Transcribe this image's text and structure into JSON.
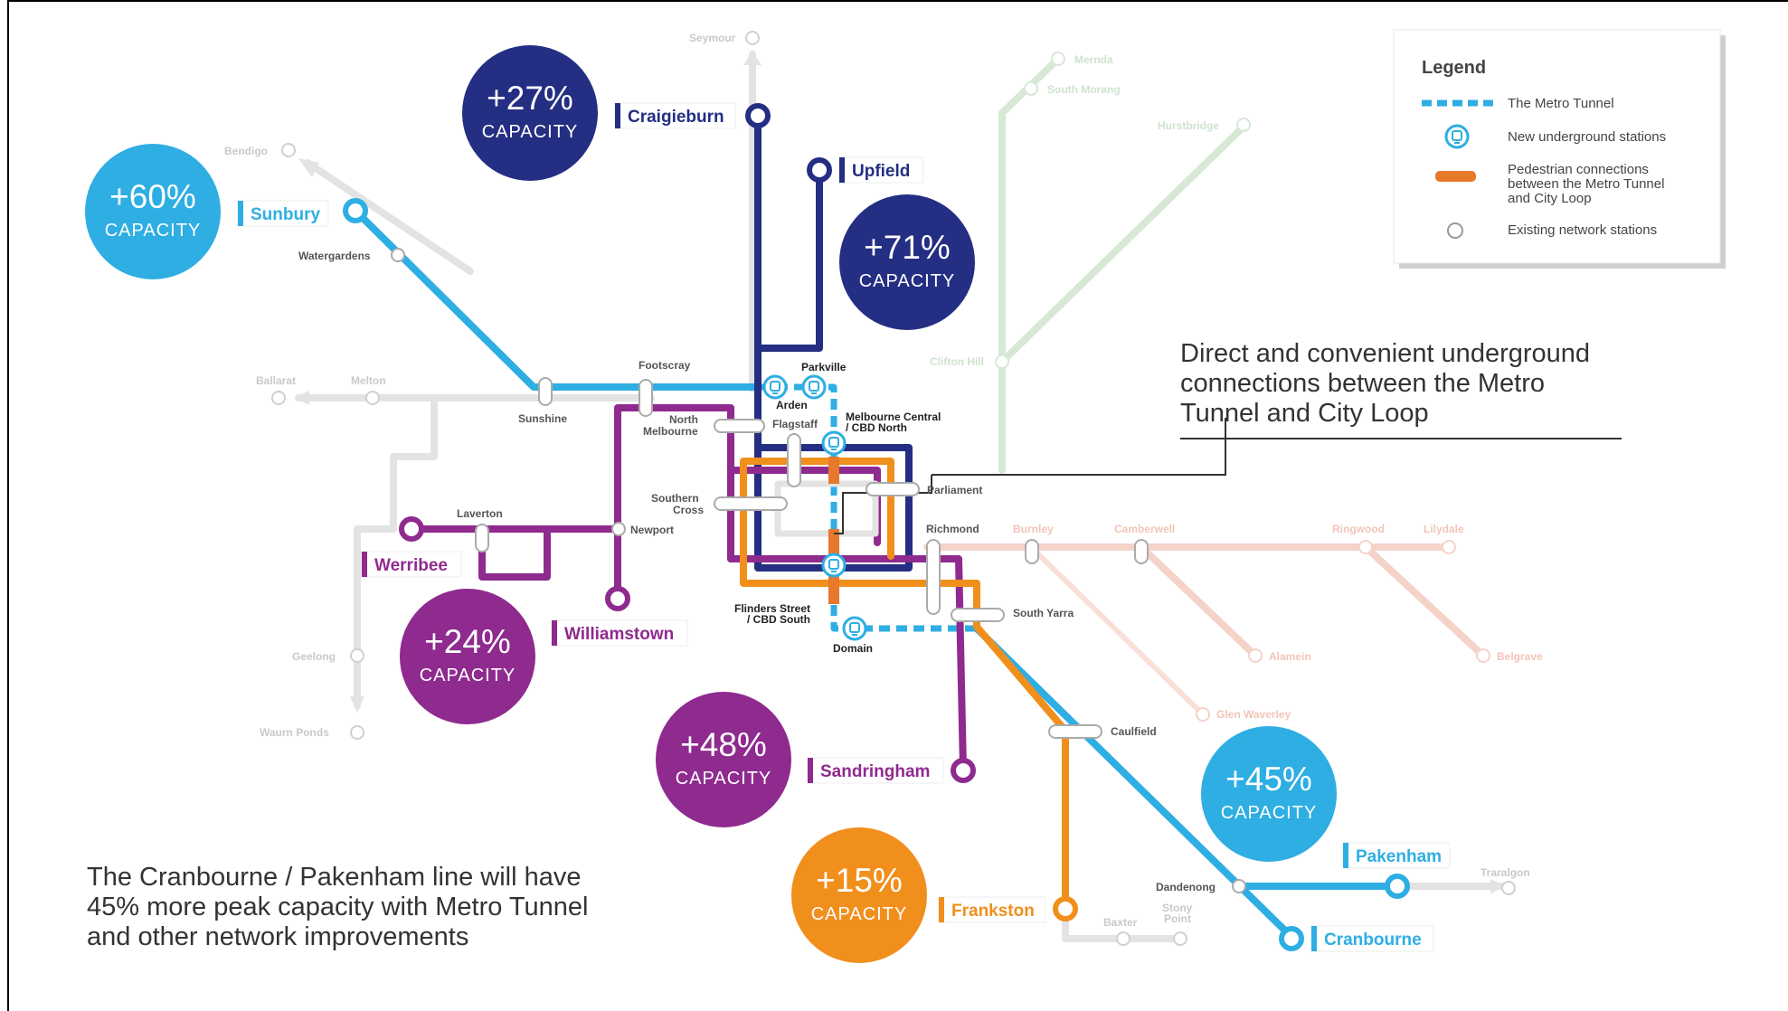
{
  "colors": {
    "sunbury": "#2eaee3",
    "craigieburn": "#242e82",
    "werribee": "#8f2a8f",
    "frankston": "#f18f1d",
    "metro_tunnel": "#2eaee3",
    "pedestrian": "#e7782c",
    "faint_grey": "#e3e3e3",
    "faint_green": "#d7e9d5",
    "faint_pink": "#f5d3c9"
  },
  "capacity_bubbles": [
    {
      "id": "sunbury",
      "pct": "+60%",
      "word": "CAPACITY",
      "color": "#2eaee3"
    },
    {
      "id": "craigieburn",
      "pct": "+27%",
      "word": "CAPACITY",
      "color": "#242e82"
    },
    {
      "id": "upfield",
      "pct": "+71%",
      "word": "CAPACITY",
      "color": "#242e82"
    },
    {
      "id": "werribee",
      "pct": "+24%",
      "word": "CAPACITY",
      "color": "#8f2a8f"
    },
    {
      "id": "sandringham",
      "pct": "+48%",
      "word": "CAPACITY",
      "color": "#8f2a8f"
    },
    {
      "id": "frankston",
      "pct": "+15%",
      "word": "CAPACITY",
      "color": "#f18f1d"
    },
    {
      "id": "pakenham",
      "pct": "+45%",
      "word": "CAPACITY",
      "color": "#2eaee3"
    }
  ],
  "line_labels": {
    "sunbury": "Sunbury",
    "craigieburn": "Craigieburn",
    "upfield": "Upfield",
    "werribee": "Werribee",
    "williamstown": "Williamstown",
    "sandringham": "Sandringham",
    "frankston": "Frankston",
    "pakenham": "Pakenham",
    "cranbourne": "Cranbourne"
  },
  "stations": {
    "seymour": "Seymour",
    "bendigo": "Bendigo",
    "watergardens": "Watergardens",
    "ballarat": "Ballarat",
    "melton": "Melton",
    "sunshine": "Sunshine",
    "footscray": "Footscray",
    "north_melbourne": "North\nMelbourne",
    "laverton": "Laverton",
    "newport": "Newport",
    "geelong": "Geelong",
    "waurn_ponds": "Waurn Ponds",
    "southern_cross": "Southern\nCross",
    "arden": "Arden",
    "parkville": "Parkville",
    "flagstaff": "Flagstaff",
    "melbourne_central": "Melbourne Central\n/ CBD North",
    "parliament": "Parliament",
    "flinders_street": "Flinders Street\n/ CBD South",
    "domain": "Domain",
    "richmond": "Richmond",
    "south_yarra": "South Yarra",
    "caulfield": "Caulfield",
    "dandenong": "Dandenong",
    "baxter": "Baxter",
    "stony_point": "Stony\nPoint",
    "traralgon": "Traralgon",
    "mernda": "Mernda",
    "south_morang": "South Morang",
    "hurstbridge": "Hurstbridge",
    "clifton_hill": "Clifton Hill",
    "burnley": "Burnley",
    "camberwell": "Camberwell",
    "ringwood": "Ringwood",
    "lilydale": "Lilydale",
    "alamein": "Alamein",
    "belgrave": "Belgrave",
    "glen_waverley": "Glen Waverley"
  },
  "legend": {
    "title": "Legend",
    "items": [
      {
        "icon": "dashed-line-icon",
        "label": "The Metro Tunnel"
      },
      {
        "icon": "train-station-icon",
        "label": "New underground stations"
      },
      {
        "icon": "orange-bar-icon",
        "label": "Pedestrian connections\nbetween the Metro Tunnel\nand City Loop"
      },
      {
        "icon": "circle-icon",
        "label": "Existing network stations"
      }
    ]
  },
  "callout_text": "Direct and convenient underground\nconnections between the Metro\nTunnel and City Loop",
  "footer_text": "The Cranbourne / Pakenham line will have\n45% more peak capacity with Metro Tunnel\nand other network improvements"
}
